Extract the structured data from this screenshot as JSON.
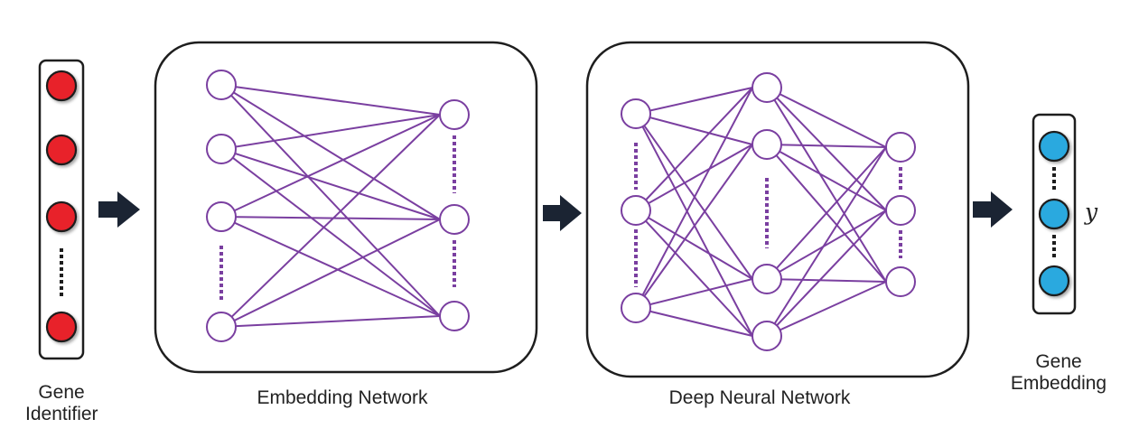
{
  "colors": {
    "edge": "#7a3fa0",
    "node_stroke": "#7a3fa0",
    "input_node": "#e8232a",
    "output_node": "#29a9df",
    "arrow": "#1b2433",
    "box_stroke": "#1e1e1e",
    "dots": "#7a3fa0"
  },
  "labels": {
    "gene_identifier_line1": "Gene",
    "gene_identifier_line2": "Identifier",
    "embedding_network": "Embedding Network",
    "deep_neural_network": "Deep Neural Network",
    "gene_embedding_line1": "Gene",
    "gene_embedding_line2": "Embedding",
    "output_symbol": "y"
  },
  "icons": [
    "arrow-right-icon"
  ]
}
